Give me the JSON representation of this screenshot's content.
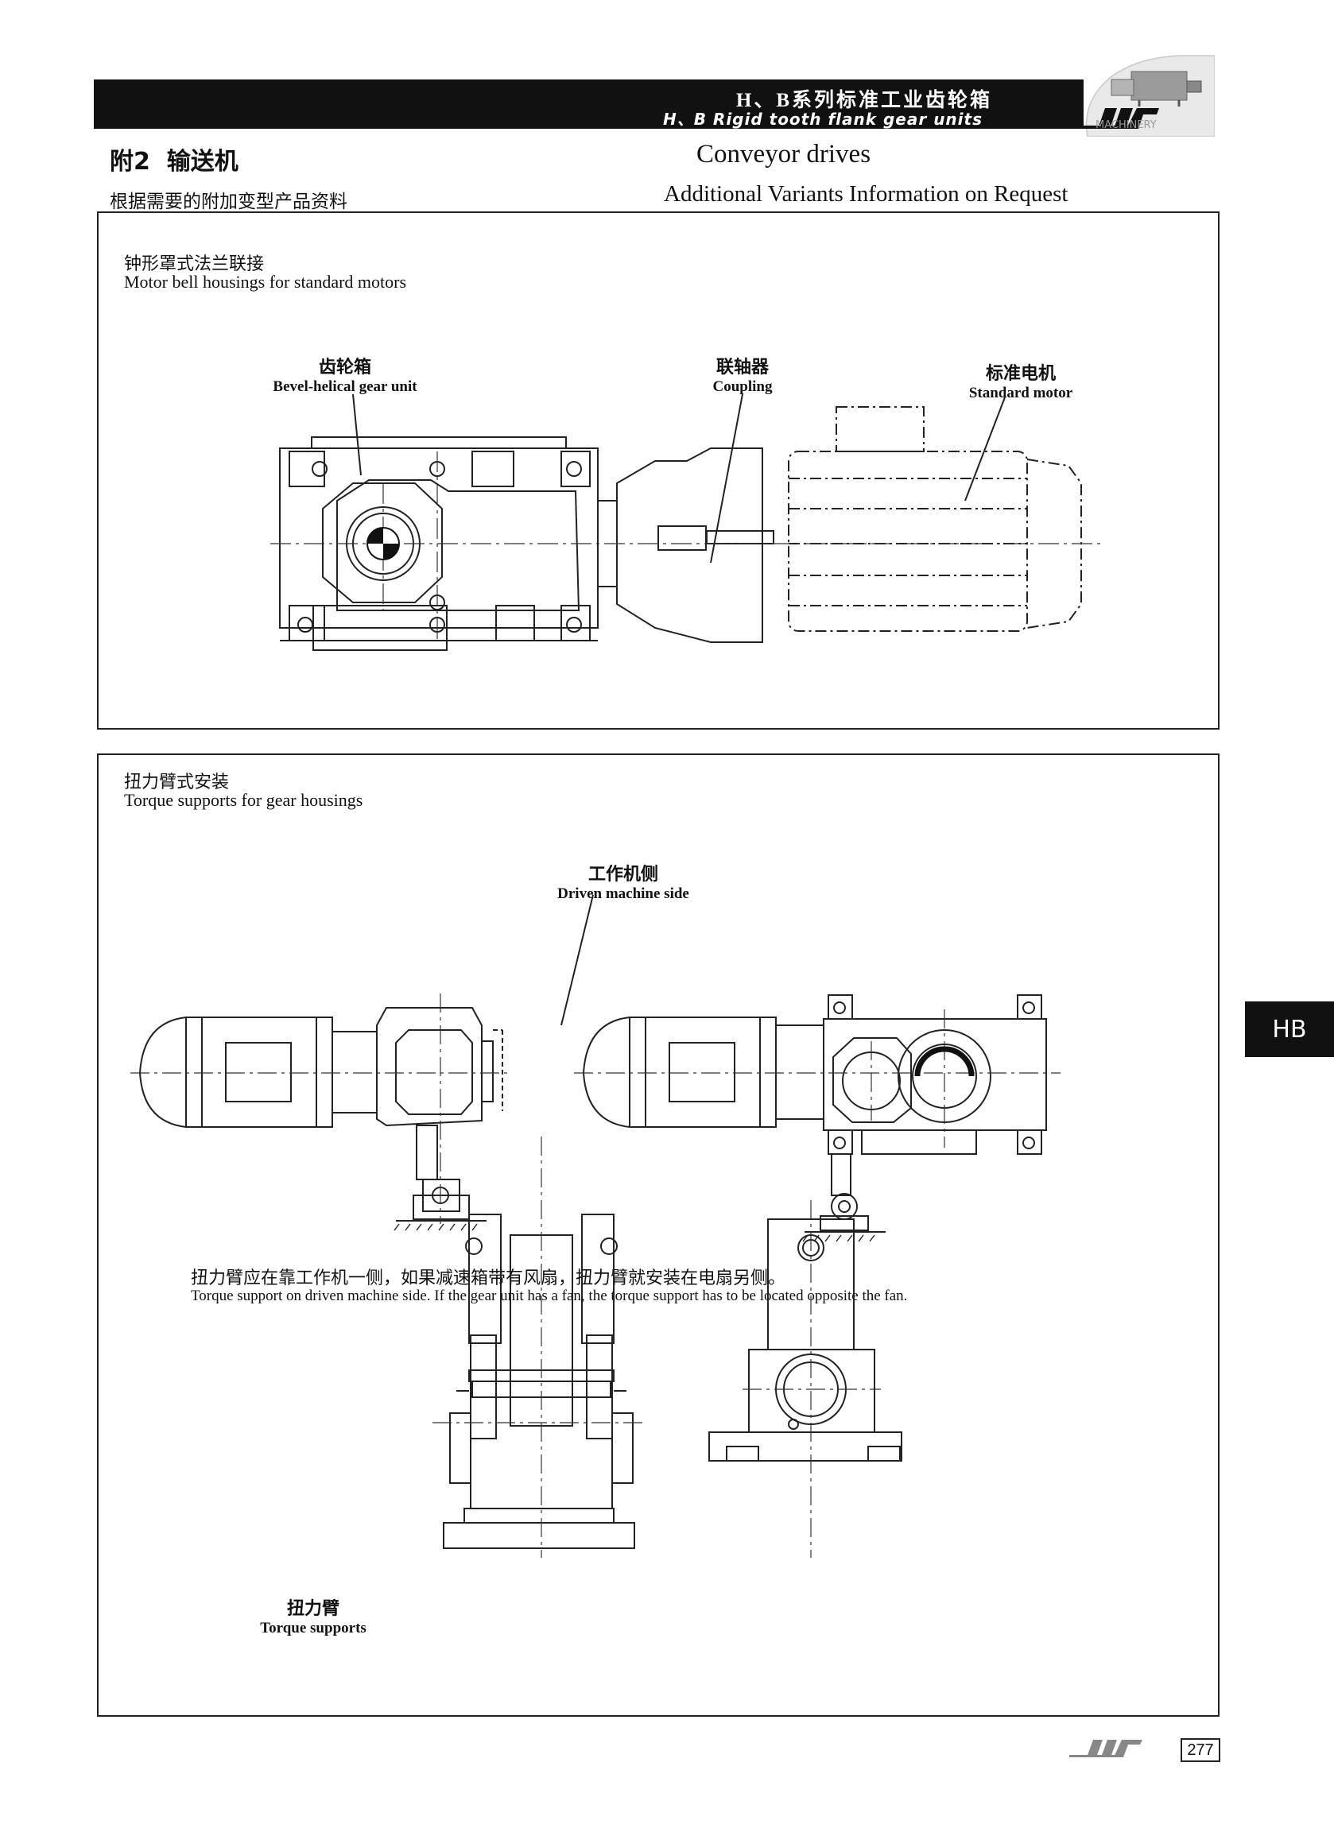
{
  "header": {
    "title_cn": "H、B系列标准工业齿轮箱",
    "title_en": "H、B Rigid tooth flank gear units",
    "brand_word": "MACHINERY",
    "logo_icon": "brand-stripes-icon"
  },
  "section": {
    "title_cn": "附2  输送机",
    "title_en": "Conveyor drives",
    "subtitle_cn": "根据需要的附加变型产品资料",
    "subtitle_en": "Additional Variants Information on Request"
  },
  "panel1": {
    "caption_cn": "钟形罩式法兰联接",
    "caption_en": "Motor bell housings for standard motors",
    "labels": [
      {
        "cn": "齿轮箱",
        "en": "Bevel-helical gear unit"
      },
      {
        "cn": "联轴器",
        "en": "Coupling"
      },
      {
        "cn": "标准电机",
        "en": "Standard motor"
      }
    ]
  },
  "panel2": {
    "caption_cn": "扭力臂式安装",
    "caption_en": "Torque supports for gear housings",
    "side_label_cn": "工作机侧",
    "side_label_en": "Driven machine side",
    "note_cn": "扭力臂应在靠工作机一侧，如果减速箱带有风扇，扭力臂就安装在电扇另侧。",
    "note_en": "Torque support on driven machine side. If the gear unit has a fan, the torque support has to be located opposite the fan.",
    "support_label_cn": "扭力臂",
    "support_label_en": "Torque supports"
  },
  "side_tab": "HB",
  "page_number": "277"
}
